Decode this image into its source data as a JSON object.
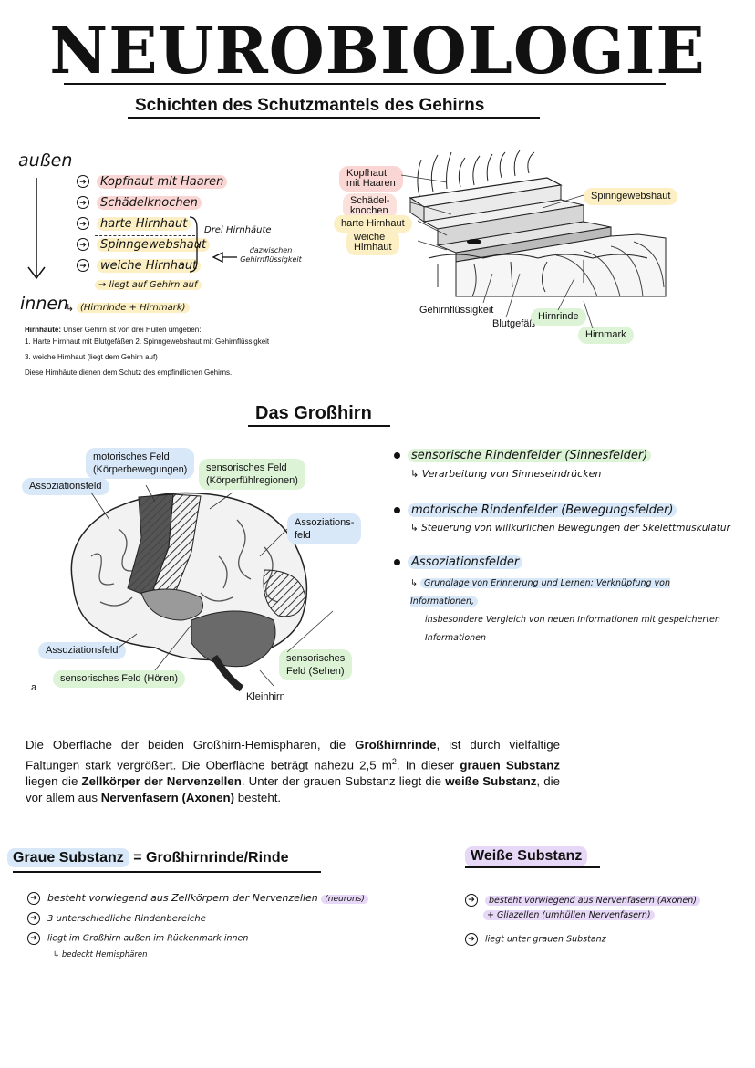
{
  "title": "NEUROBIOLOGIE",
  "section1": {
    "heading": "Schichten des Schutzmantels des Gehirns",
    "outer": "außen",
    "inner": "innen",
    "layers": [
      "Kopfhaut mit Haaren",
      "Schädelknochen",
      "harte Hirnhaut",
      "Spinngewebshaut",
      "weiche Hirnhaut"
    ],
    "layer_note": "→ liegt auf Gehirn auf",
    "brace_label": "Drei Hirnhäute",
    "fluid_note": "dazwischen Gehirnflüssigkeit",
    "inner_note": "(Hirnrinde + Hirnmark)",
    "info_bold": "Hirnhäute:",
    "info_line1": " Unser Gehirn ist von drei Hüllen umgeben:",
    "info_line2": "1. Harte Hirnhaut mit Blutgefäßen  2. Spinngewebshaut mit Gehirnflüssigkeit",
    "info_line3": "3. weiche Hirnhaut (liegt dem Gehirn auf)",
    "info_line4": "Diese Hirnhäute dienen dem Schutz des empfindlichen Gehirns.",
    "diagram_labels": {
      "kopfhaut": "Kopfhaut\nmit Haaren",
      "schaedel": "Schädel-\nknochen",
      "harte": "harte Hirnhaut",
      "weiche": "weiche\nHirnhaut",
      "spinn": "Spinngewebshaut",
      "fluessig": "Gehirnflüssigkeit",
      "blutgefaess": "Blutgefäß",
      "hirnrinde": "Hirnrinde",
      "hirnmark": "Hirnmark"
    }
  },
  "section2": {
    "heading": "Das Großhirn",
    "brain_labels": {
      "motor": "motorisches Feld\n(Körperbewegungen)",
      "sens": "sensorisches Feld\n(Körperfühlregionen)",
      "assoz_top": "Assoziationsfeld",
      "assoz_right": "Assoziations-\nfeld",
      "assoz_bottom": "Assoziationsfeld",
      "hoeren": "sensorisches Feld (Hören)",
      "sehen": "sensorisches\nFeld (Sehen)",
      "kleinhirn": "Kleinhirn",
      "a": "a"
    },
    "bullets": [
      {
        "head": "sensorische Rindenfelder (Sinnesfelder)",
        "sub": "Verarbeitung von Sinneseindrücken"
      },
      {
        "head": "motorische Rindenfelder (Bewegungsfelder)",
        "sub": "Steuerung von willkürlichen Bewegungen der Skelettmuskulatur"
      },
      {
        "head": "Assoziationsfelder",
        "sub": "Grundlage von Erinnerung und Lernen; Verknüpfung von Informationen,",
        "sub2": "insbesondere Vergleich von neuen Informationen mit gespeicherten",
        "sub3": "Informationen"
      }
    ],
    "para_p1": "Die Oberfläche der beiden Großhirn-Hemisphären, die ",
    "para_b1": "Großhirnrinde",
    "para_p2": ", ist durch vielfältige Faltungen stark vergrößert. Die Oberfläche beträgt nahezu 2,5 m",
    "para_sup": "2",
    "para_p3": ". In dieser ",
    "para_b2": "grauen Substanz",
    "para_p4": " liegen die ",
    "para_b3": "Zellkörper der Nervenzellen",
    "para_p5": ". Unter der grauen Substanz liegt die ",
    "para_b4": "weiße Substanz",
    "para_p6": ", die vor allem aus ",
    "para_b5": "Nervenfasern (Axonen)",
    "para_p7": " besteht."
  },
  "section3": {
    "grey_head_hl": "Graue Substanz",
    "grey_head_rest": " = Großhirnrinde/Rinde",
    "grey_items": [
      "besteht vorwiegend aus Zellkörpern der Nervenzellen",
      "3 unterschiedliche Rindenbereiche",
      "liegt im Großhirn außen im Rückenmark innen"
    ],
    "grey_tag": "(neurons)",
    "grey_sub": "↳ bedeckt Hemisphären",
    "white_head": "Weiße Substanz",
    "white_items": [
      "besteht vorwiegend aus Nervenfasern (Axonen)",
      "liegt unter grauen Substanz"
    ],
    "white_sub": "+ Gliazellen (umhüllen Nervenfasern)"
  },
  "colors": {
    "red": "#f9d6d3",
    "yellow": "#fbefc3",
    "green": "#dcf3d6",
    "blue": "#d8e8f8",
    "purple": "#e6d8f6"
  }
}
